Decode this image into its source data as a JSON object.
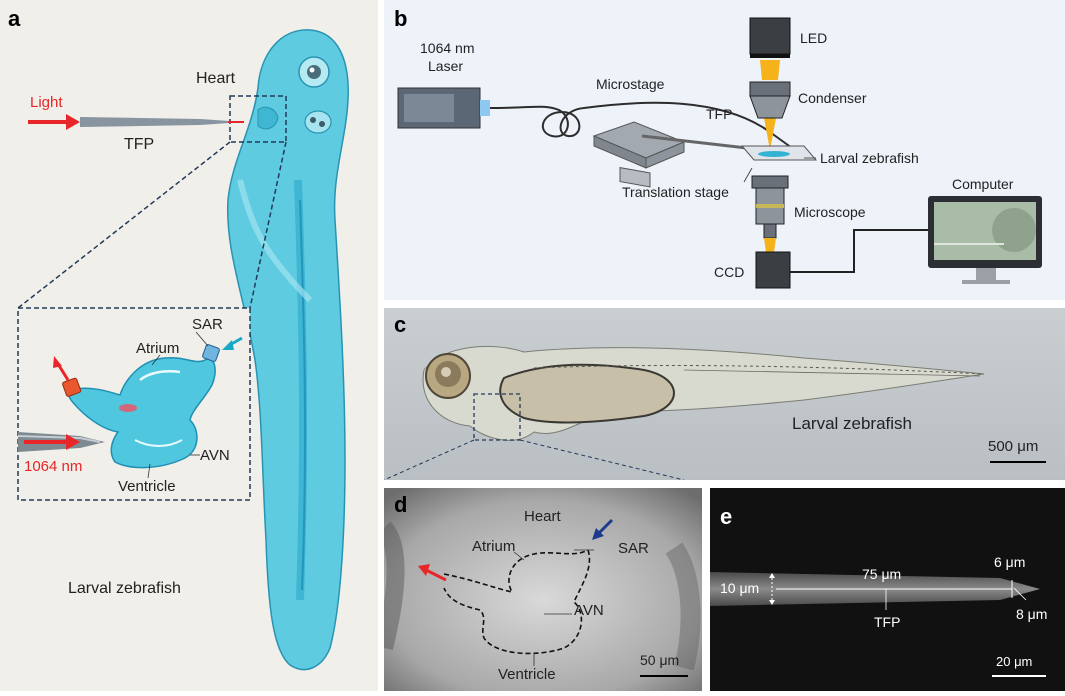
{
  "panels": {
    "a": {
      "label": "a",
      "light": "Light",
      "tfp": "TFP",
      "heart": "Heart",
      "sar": "SAR",
      "atrium": "Atrium",
      "avn": "AVN",
      "ventricle": "Ventricle",
      "wavelength": "1064 nm",
      "organism": "Larval zebrafish"
    },
    "b": {
      "label": "b",
      "laser_line1": "1064 nm",
      "laser_line2": "Laser",
      "microstage": "Microstage",
      "tfp": "TFP",
      "led": "LED",
      "condenser": "Condenser",
      "sample": "Larval zebrafish",
      "translation_stage": "Translation stage",
      "microscope": "Microscope",
      "ccd": "CCD",
      "computer": "Computer"
    },
    "c": {
      "label": "c",
      "organism": "Larval zebrafish",
      "scale": "500 μm"
    },
    "d": {
      "label": "d",
      "heart": "Heart",
      "atrium": "Atrium",
      "sar": "SAR",
      "avn": "AVN",
      "ventricle": "Ventricle",
      "scale": "50 μm"
    },
    "e": {
      "label": "e",
      "width_base": "10 μm",
      "length": "75 μm",
      "width_tip_top": "6 μm",
      "width_tip_bottom": "8 μm",
      "tfp": "TFP",
      "scale": "20 μm"
    }
  },
  "colors": {
    "fish_body": "#5ecbe0",
    "fish_dark": "#2aa9cc",
    "panel_bg_a": "#f1efe9",
    "panel_bg_b": "#eef3fa",
    "light_arrow": "#e8262a",
    "sar_arrow": "#1e3c8c",
    "beam": "#f6b21b",
    "panel_e_bg": "#111111"
  }
}
